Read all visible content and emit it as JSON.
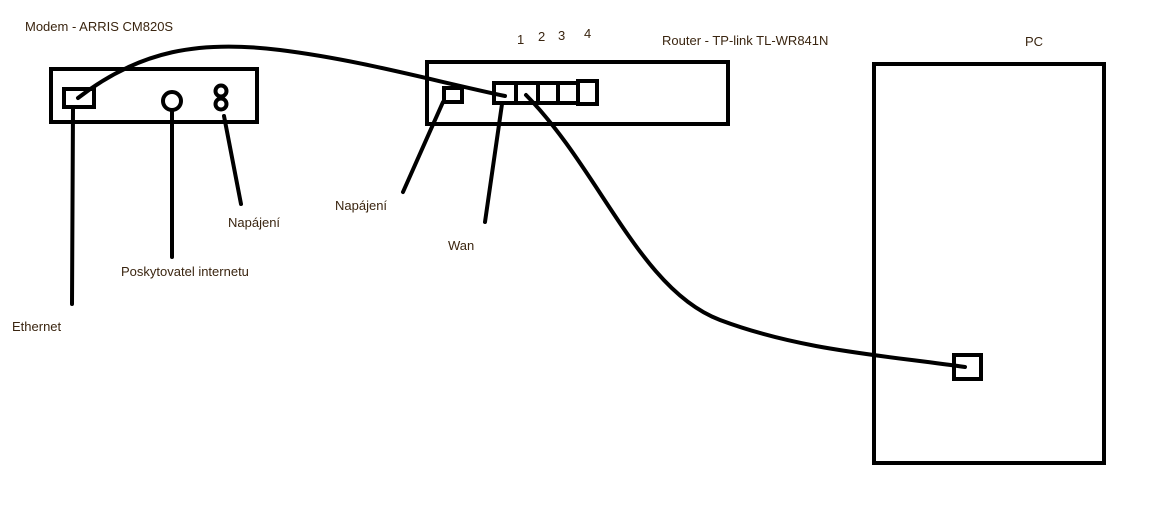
{
  "modem": {
    "title": "Modem - ARRIS CM820S",
    "labels": {
      "ethernet": "Ethernet",
      "provider": "Poskytovatel internetu",
      "power": "Napájení"
    }
  },
  "router": {
    "title": "Router - TP-link TL-WR841N",
    "port_numbers": [
      "1",
      "2",
      "3",
      "4"
    ],
    "labels": {
      "power": "Napájení",
      "wan": "Wan"
    }
  },
  "pc": {
    "title": "PC"
  },
  "colors": {
    "stroke": "#000000",
    "text": "#3a2510"
  }
}
